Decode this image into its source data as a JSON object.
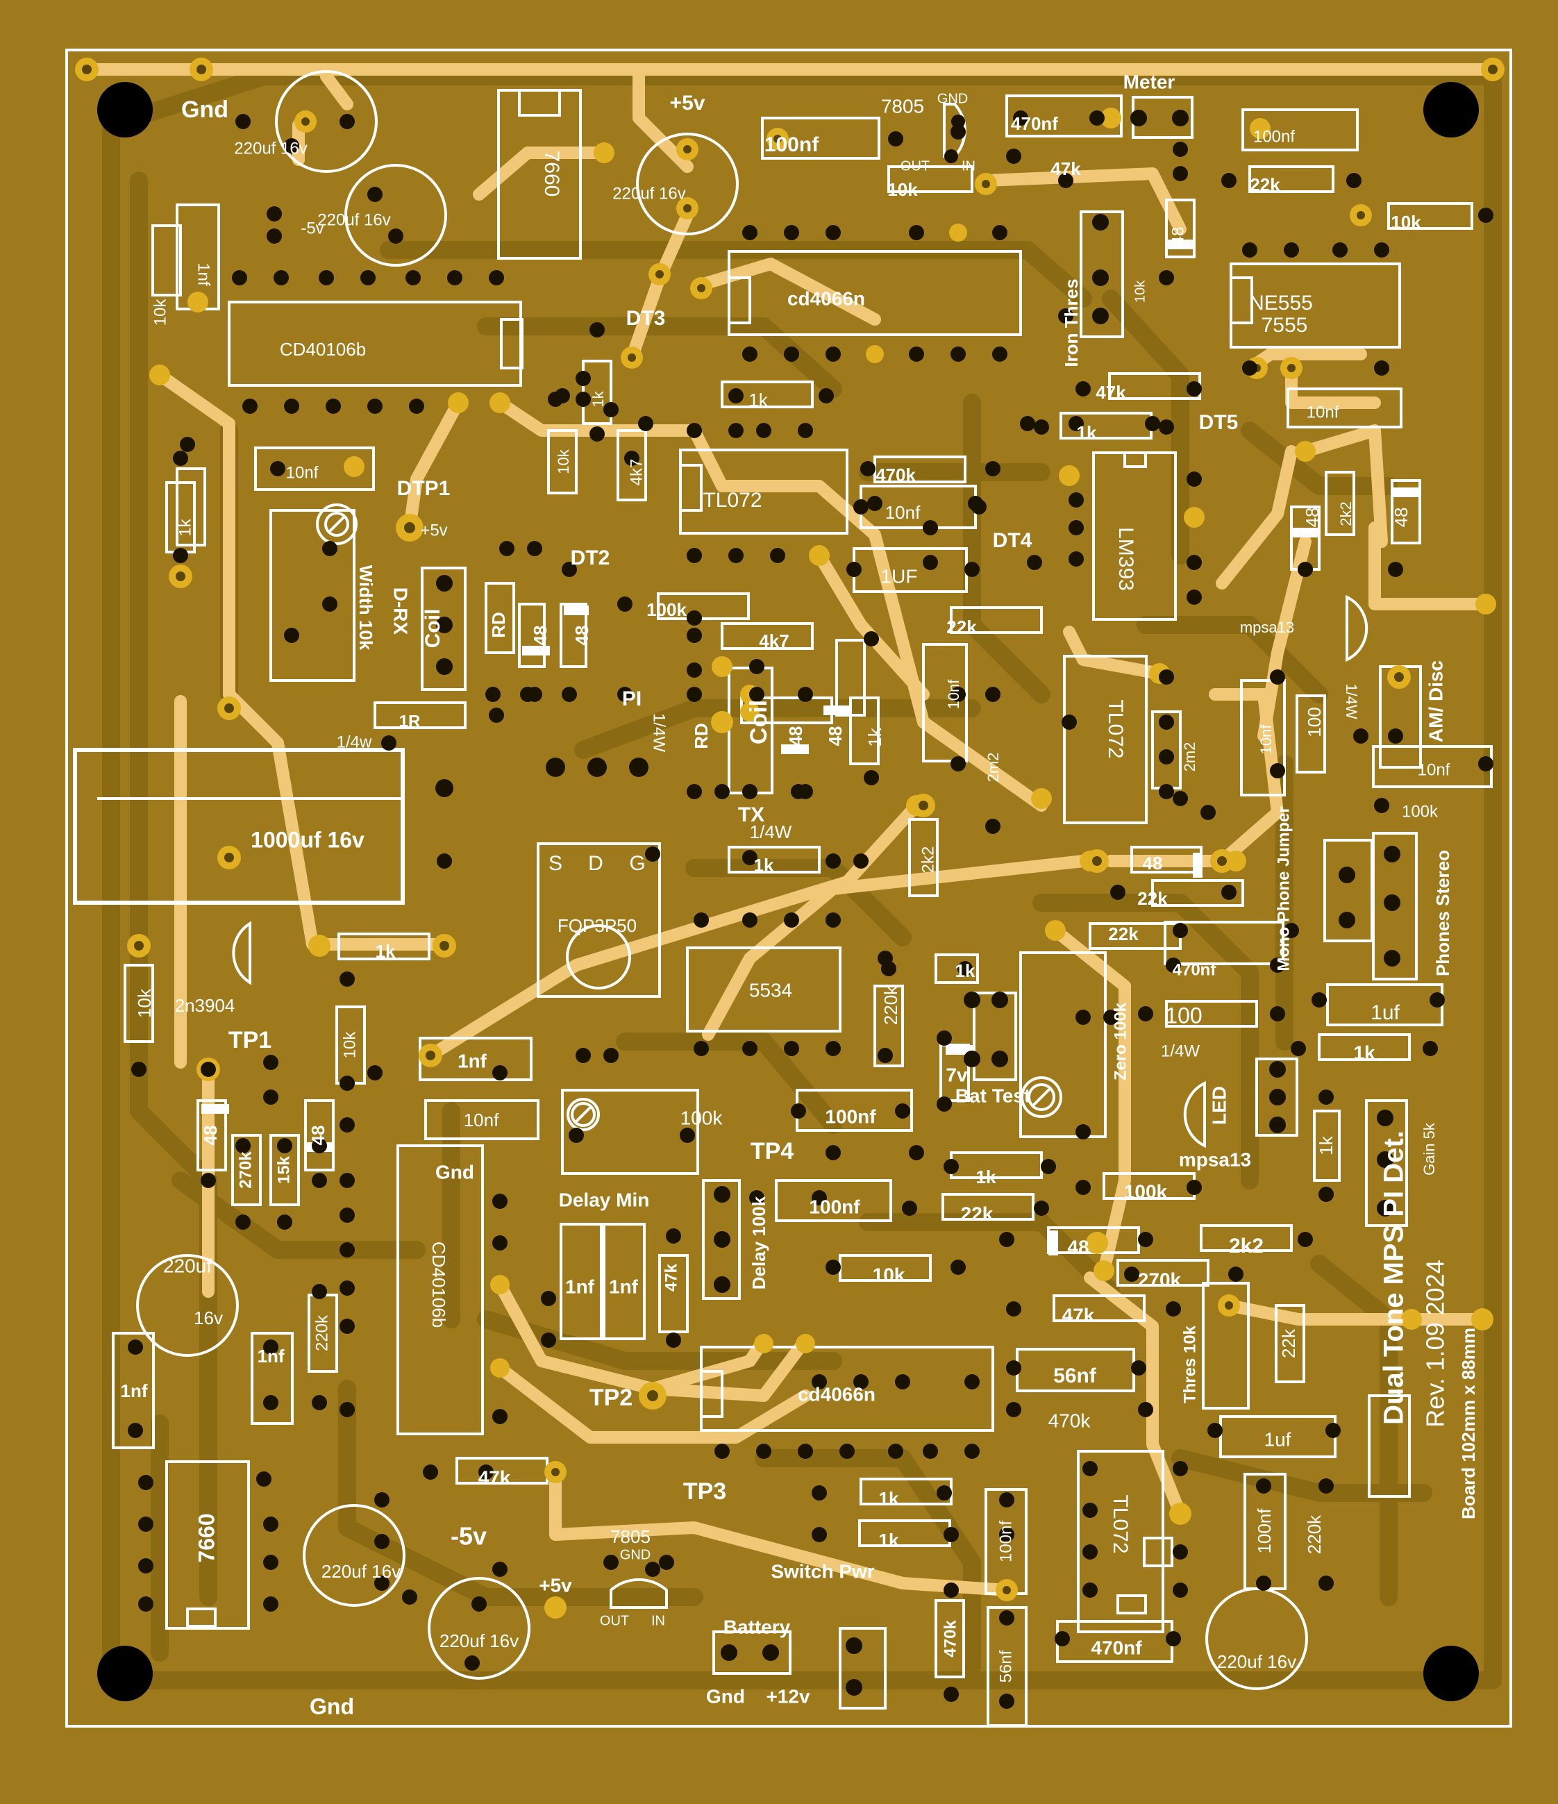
{
  "colors": {
    "board": "#9e7a1c",
    "copper": "#8a6a12",
    "trace": "#f0c878",
    "pad": "#e0b020",
    "silk": "#ffffff",
    "hole": "#000000"
  },
  "labels": [
    {
      "id": "gnd-tl",
      "text": "Gnd"
    },
    {
      "id": "meter",
      "text": "Meter"
    },
    {
      "id": "p5v-top",
      "text": "+5v"
    },
    {
      "id": "n5v-top",
      "text": "-5v"
    },
    {
      "id": "reg7805-top",
      "text": "7805"
    },
    {
      "id": "gnd-7805-top",
      "text": "GND"
    },
    {
      "id": "out-top",
      "text": "OUT"
    },
    {
      "id": "in-top",
      "text": "IN"
    },
    {
      "id": "cap220-1",
      "text": "220uf 16v"
    },
    {
      "id": "cap220-2",
      "text": "220uf 16v"
    },
    {
      "id": "cap220-3",
      "text": "220uf 16v"
    },
    {
      "id": "ic7660-top",
      "text": "7660"
    },
    {
      "id": "cd40106-top",
      "text": "CD40106b"
    },
    {
      "id": "cd4066-top",
      "text": "cd4066n"
    },
    {
      "id": "c100nf-1",
      "text": "100nf"
    },
    {
      "id": "c470nf-top",
      "text": "470nf"
    },
    {
      "id": "c100nf-tr",
      "text": "100nf"
    },
    {
      "id": "r47k-top",
      "text": "47k"
    },
    {
      "id": "r10k-top",
      "text": "10k"
    },
    {
      "id": "r22k-top",
      "text": "22k"
    },
    {
      "id": "r10k-right",
      "text": "10k"
    },
    {
      "id": "ne555",
      "text": "NE555"
    },
    {
      "id": "n7555",
      "text": "7555"
    },
    {
      "id": "iron-thres",
      "text": "Iron Thres"
    },
    {
      "id": "r10k-iron",
      "text": "10k"
    },
    {
      "id": "r48-top",
      "text": "48"
    },
    {
      "id": "dt3",
      "text": "DT3"
    },
    {
      "id": "dt5",
      "text": "DT5"
    },
    {
      "id": "dt4",
      "text": "DT4"
    },
    {
      "id": "dt2",
      "text": "DT2"
    },
    {
      "id": "dtp1",
      "text": "DTP1"
    },
    {
      "id": "p5v-dtp",
      "text": "+5v"
    },
    {
      "id": "c1nf-tl",
      "text": "1nf"
    },
    {
      "id": "r10k-tl",
      "text": "10k"
    },
    {
      "id": "c10nf-l",
      "text": "10nf"
    },
    {
      "id": "r1k-l",
      "text": "1k"
    },
    {
      "id": "width10k",
      "text": "Width 10k"
    },
    {
      "id": "d-rx",
      "text": "D-RX"
    },
    {
      "id": "coil-rx",
      "text": "Coil"
    },
    {
      "id": "rd-1",
      "text": "RD"
    },
    {
      "id": "r48-a",
      "text": "48"
    },
    {
      "id": "r48-b",
      "text": "48"
    },
    {
      "id": "r1k-v1",
      "text": "1k"
    },
    {
      "id": "r10k-v",
      "text": "10k"
    },
    {
      "id": "r4k7-v",
      "text": "4k7"
    },
    {
      "id": "r1k-h1",
      "text": "1k"
    },
    {
      "id": "tl072-top",
      "text": "TL072"
    },
    {
      "id": "r470k-1",
      "text": "470k"
    },
    {
      "id": "c10nf-2",
      "text": "10nf"
    },
    {
      "id": "c1uf-1",
      "text": "1UF"
    },
    {
      "id": "r47k-2",
      "text": "47k"
    },
    {
      "id": "r1k-2",
      "text": "1k"
    },
    {
      "id": "lm393",
      "text": "LM393"
    },
    {
      "id": "c10nf-r",
      "text": "10nf"
    },
    {
      "id": "r48-r1",
      "text": "48"
    },
    {
      "id": "r2k2-r",
      "text": "2k2"
    },
    {
      "id": "r48-r2",
      "text": "48"
    },
    {
      "id": "mpsa13-top",
      "text": "mpsa13"
    },
    {
      "id": "r100k-1",
      "text": "100k"
    },
    {
      "id": "r4k7-h",
      "text": "4k7"
    },
    {
      "id": "r22k-m",
      "text": "22k"
    },
    {
      "id": "c10nf-v",
      "text": "10nf"
    },
    {
      "id": "r2m2-1",
      "text": "2m2"
    },
    {
      "id": "tl072-mid",
      "text": "TL072"
    },
    {
      "id": "r2m2-2",
      "text": "2m2"
    },
    {
      "id": "c10nf-v2",
      "text": "10nf"
    },
    {
      "id": "r100-v",
      "text": "100"
    },
    {
      "id": "quarter-w-r",
      "text": "1/4W"
    },
    {
      "id": "am-disc",
      "text": "AM/ Disc"
    },
    {
      "id": "c10nf-r2",
      "text": "10nf"
    },
    {
      "id": "r100k-r",
      "text": "100k"
    },
    {
      "id": "pi",
      "text": "PI"
    },
    {
      "id": "rd-2",
      "text": "RD"
    },
    {
      "id": "quarter-w-1",
      "text": "1/4W"
    },
    {
      "id": "coil-tx",
      "text": "Coil"
    },
    {
      "id": "r48-c",
      "text": "48"
    },
    {
      "id": "r48-d",
      "text": "48"
    },
    {
      "id": "r1k-v2",
      "text": "1k"
    },
    {
      "id": "tx",
      "text": "TX"
    },
    {
      "id": "quarter-w-2",
      "text": "1/4W"
    },
    {
      "id": "r1k-tx",
      "text": "1k"
    },
    {
      "id": "r1r",
      "text": "1R"
    },
    {
      "id": "quarter-w-3",
      "text": "1/4w"
    },
    {
      "id": "cap1000",
      "text": "1000uf 16v"
    },
    {
      "id": "fet-s",
      "text": "S"
    },
    {
      "id": "fet-d",
      "text": "D"
    },
    {
      "id": "fet-g",
      "text": "G"
    },
    {
      "id": "fqp3p50",
      "text": "FQP3P50"
    },
    {
      "id": "r2k2-v",
      "text": "2k2"
    },
    {
      "id": "r48-h",
      "text": "48"
    },
    {
      "id": "r22k-r1",
      "text": "22k"
    },
    {
      "id": "r22k-r2",
      "text": "22k"
    },
    {
      "id": "c470nf-r",
      "text": "470nf"
    },
    {
      "id": "mono-jumper",
      "text": "Mono Phone Jumper"
    },
    {
      "id": "phones-stereo",
      "text": "Phones Stereo"
    },
    {
      "id": "ic5534",
      "text": "5534"
    },
    {
      "id": "r220k-v",
      "text": "220k"
    },
    {
      "id": "r1k-3",
      "text": "1k"
    },
    {
      "id": "zener7v",
      "text": "7v"
    },
    {
      "id": "bat-test",
      "text": "Bat Test"
    },
    {
      "id": "zero100k",
      "text": "Zero 100k"
    },
    {
      "id": "r100-h",
      "text": "100"
    },
    {
      "id": "quarter-w-4",
      "text": "1/4W"
    },
    {
      "id": "c1uf-r",
      "text": "1uf"
    },
    {
      "id": "r1k-r2",
      "text": "1k"
    },
    {
      "id": "led",
      "text": "LED"
    },
    {
      "id": "mpsa13-bot",
      "text": "mpsa13"
    },
    {
      "id": "r1k-v3",
      "text": "1k"
    },
    {
      "id": "gain5k",
      "text": "Gain 5k"
    },
    {
      "id": "r1k-l2",
      "text": "1k"
    },
    {
      "id": "r10k-l2",
      "text": "10k"
    },
    {
      "id": "n2n3904",
      "text": "2n3904"
    },
    {
      "id": "tp1",
      "text": "TP1"
    },
    {
      "id": "r10k-v2",
      "text": "10k"
    },
    {
      "id": "c1nf-m",
      "text": "1nf"
    },
    {
      "id": "c10nf-m",
      "text": "10nf"
    },
    {
      "id": "r48-e",
      "text": "48"
    },
    {
      "id": "r270k-v",
      "text": "270k"
    },
    {
      "id": "r15k-v",
      "text": "15k"
    },
    {
      "id": "r48-f",
      "text": "48"
    },
    {
      "id": "cd40106-bot",
      "text": "CD40106b"
    },
    {
      "id": "gnd-mid",
      "text": "Gnd"
    },
    {
      "id": "pot100k-delay",
      "text": "100k"
    },
    {
      "id": "delay-min",
      "text": "Delay Min"
    },
    {
      "id": "tp4",
      "text": "TP4"
    },
    {
      "id": "c100nf-m1",
      "text": "100nf"
    },
    {
      "id": "c100nf-m2",
      "text": "100nf"
    },
    {
      "id": "c1nf-a",
      "text": "1nf"
    },
    {
      "id": "c1nf-b",
      "text": "1nf"
    },
    {
      "id": "r47k-v",
      "text": "47k"
    },
    {
      "id": "delay100k",
      "text": "Delay 100k"
    },
    {
      "id": "r10k-h",
      "text": "10k"
    },
    {
      "id": "r1k-m",
      "text": "1k"
    },
    {
      "id": "r22k-m2",
      "text": "22k"
    },
    {
      "id": "r100k-m",
      "text": "100k"
    },
    {
      "id": "r48-m",
      "text": "48"
    },
    {
      "id": "r2k2-m",
      "text": "2k2"
    },
    {
      "id": "r270k-h",
      "text": "270k"
    },
    {
      "id": "r47k-m",
      "text": "47k"
    },
    {
      "id": "thres10k",
      "text": "Thres 10k"
    },
    {
      "id": "r22k-v2",
      "text": "22k"
    },
    {
      "id": "cap220-l",
      "text": "220uf"
    },
    {
      "id": "v16-l",
      "text": "16v"
    },
    {
      "id": "c1nf-l1",
      "text": "1nf"
    },
    {
      "id": "r220k-l",
      "text": "220k"
    },
    {
      "id": "c1nf-l2",
      "text": "1nf"
    },
    {
      "id": "tp2",
      "text": "TP2"
    },
    {
      "id": "cd4066-bot",
      "text": "cd4066n"
    },
    {
      "id": "c56nf-h",
      "text": "56nf"
    },
    {
      "id": "r470k-b",
      "text": "470k"
    },
    {
      "id": "c1uf-b",
      "text": "1uf"
    },
    {
      "id": "r47k-b",
      "text": "47k"
    },
    {
      "id": "tp3",
      "text": "TP3"
    },
    {
      "id": "n5v-bot",
      "text": "-5v"
    },
    {
      "id": "p5v-bot",
      "text": "+5v"
    },
    {
      "id": "reg7805-bot",
      "text": "7805"
    },
    {
      "id": "gnd-7805-bot",
      "text": "GND"
    },
    {
      "id": "out-bot",
      "text": "OUT"
    },
    {
      "id": "in-bot",
      "text": "IN"
    },
    {
      "id": "ic7660-bot",
      "text": "7660"
    },
    {
      "id": "cap220-b1",
      "text": "220uf 16v"
    },
    {
      "id": "cap220-b2",
      "text": "220uf 16v"
    },
    {
      "id": "cap220-b3",
      "text": "220uf 16v"
    },
    {
      "id": "r1k-b1",
      "text": "1k"
    },
    {
      "id": "r1k-b2",
      "text": "1k"
    },
    {
      "id": "switch-pwr",
      "text": "Switch Pwr"
    },
    {
      "id": "battery",
      "text": "Battery"
    },
    {
      "id": "bat-gnd",
      "text": "Gnd"
    },
    {
      "id": "bat-12v",
      "text": "+12v"
    },
    {
      "id": "r470k-v",
      "text": "470k"
    },
    {
      "id": "c100nf-v",
      "text": "100nf"
    },
    {
      "id": "c56nf-v",
      "text": "56nf"
    },
    {
      "id": "tl072-bot",
      "text": "TL072"
    },
    {
      "id": "c470nf-b",
      "text": "470nf"
    },
    {
      "id": "c100nf-v2",
      "text": "100nf"
    },
    {
      "id": "r220k-v2",
      "text": "220k"
    },
    {
      "id": "gnd-bot",
      "text": "Gnd"
    },
    {
      "id": "title",
      "text": "Dual Tone MPS PI Det."
    },
    {
      "id": "rev",
      "text": "Rev. 1.09  2024"
    },
    {
      "id": "board-size",
      "text": "Board 102mm x 88mm"
    }
  ]
}
